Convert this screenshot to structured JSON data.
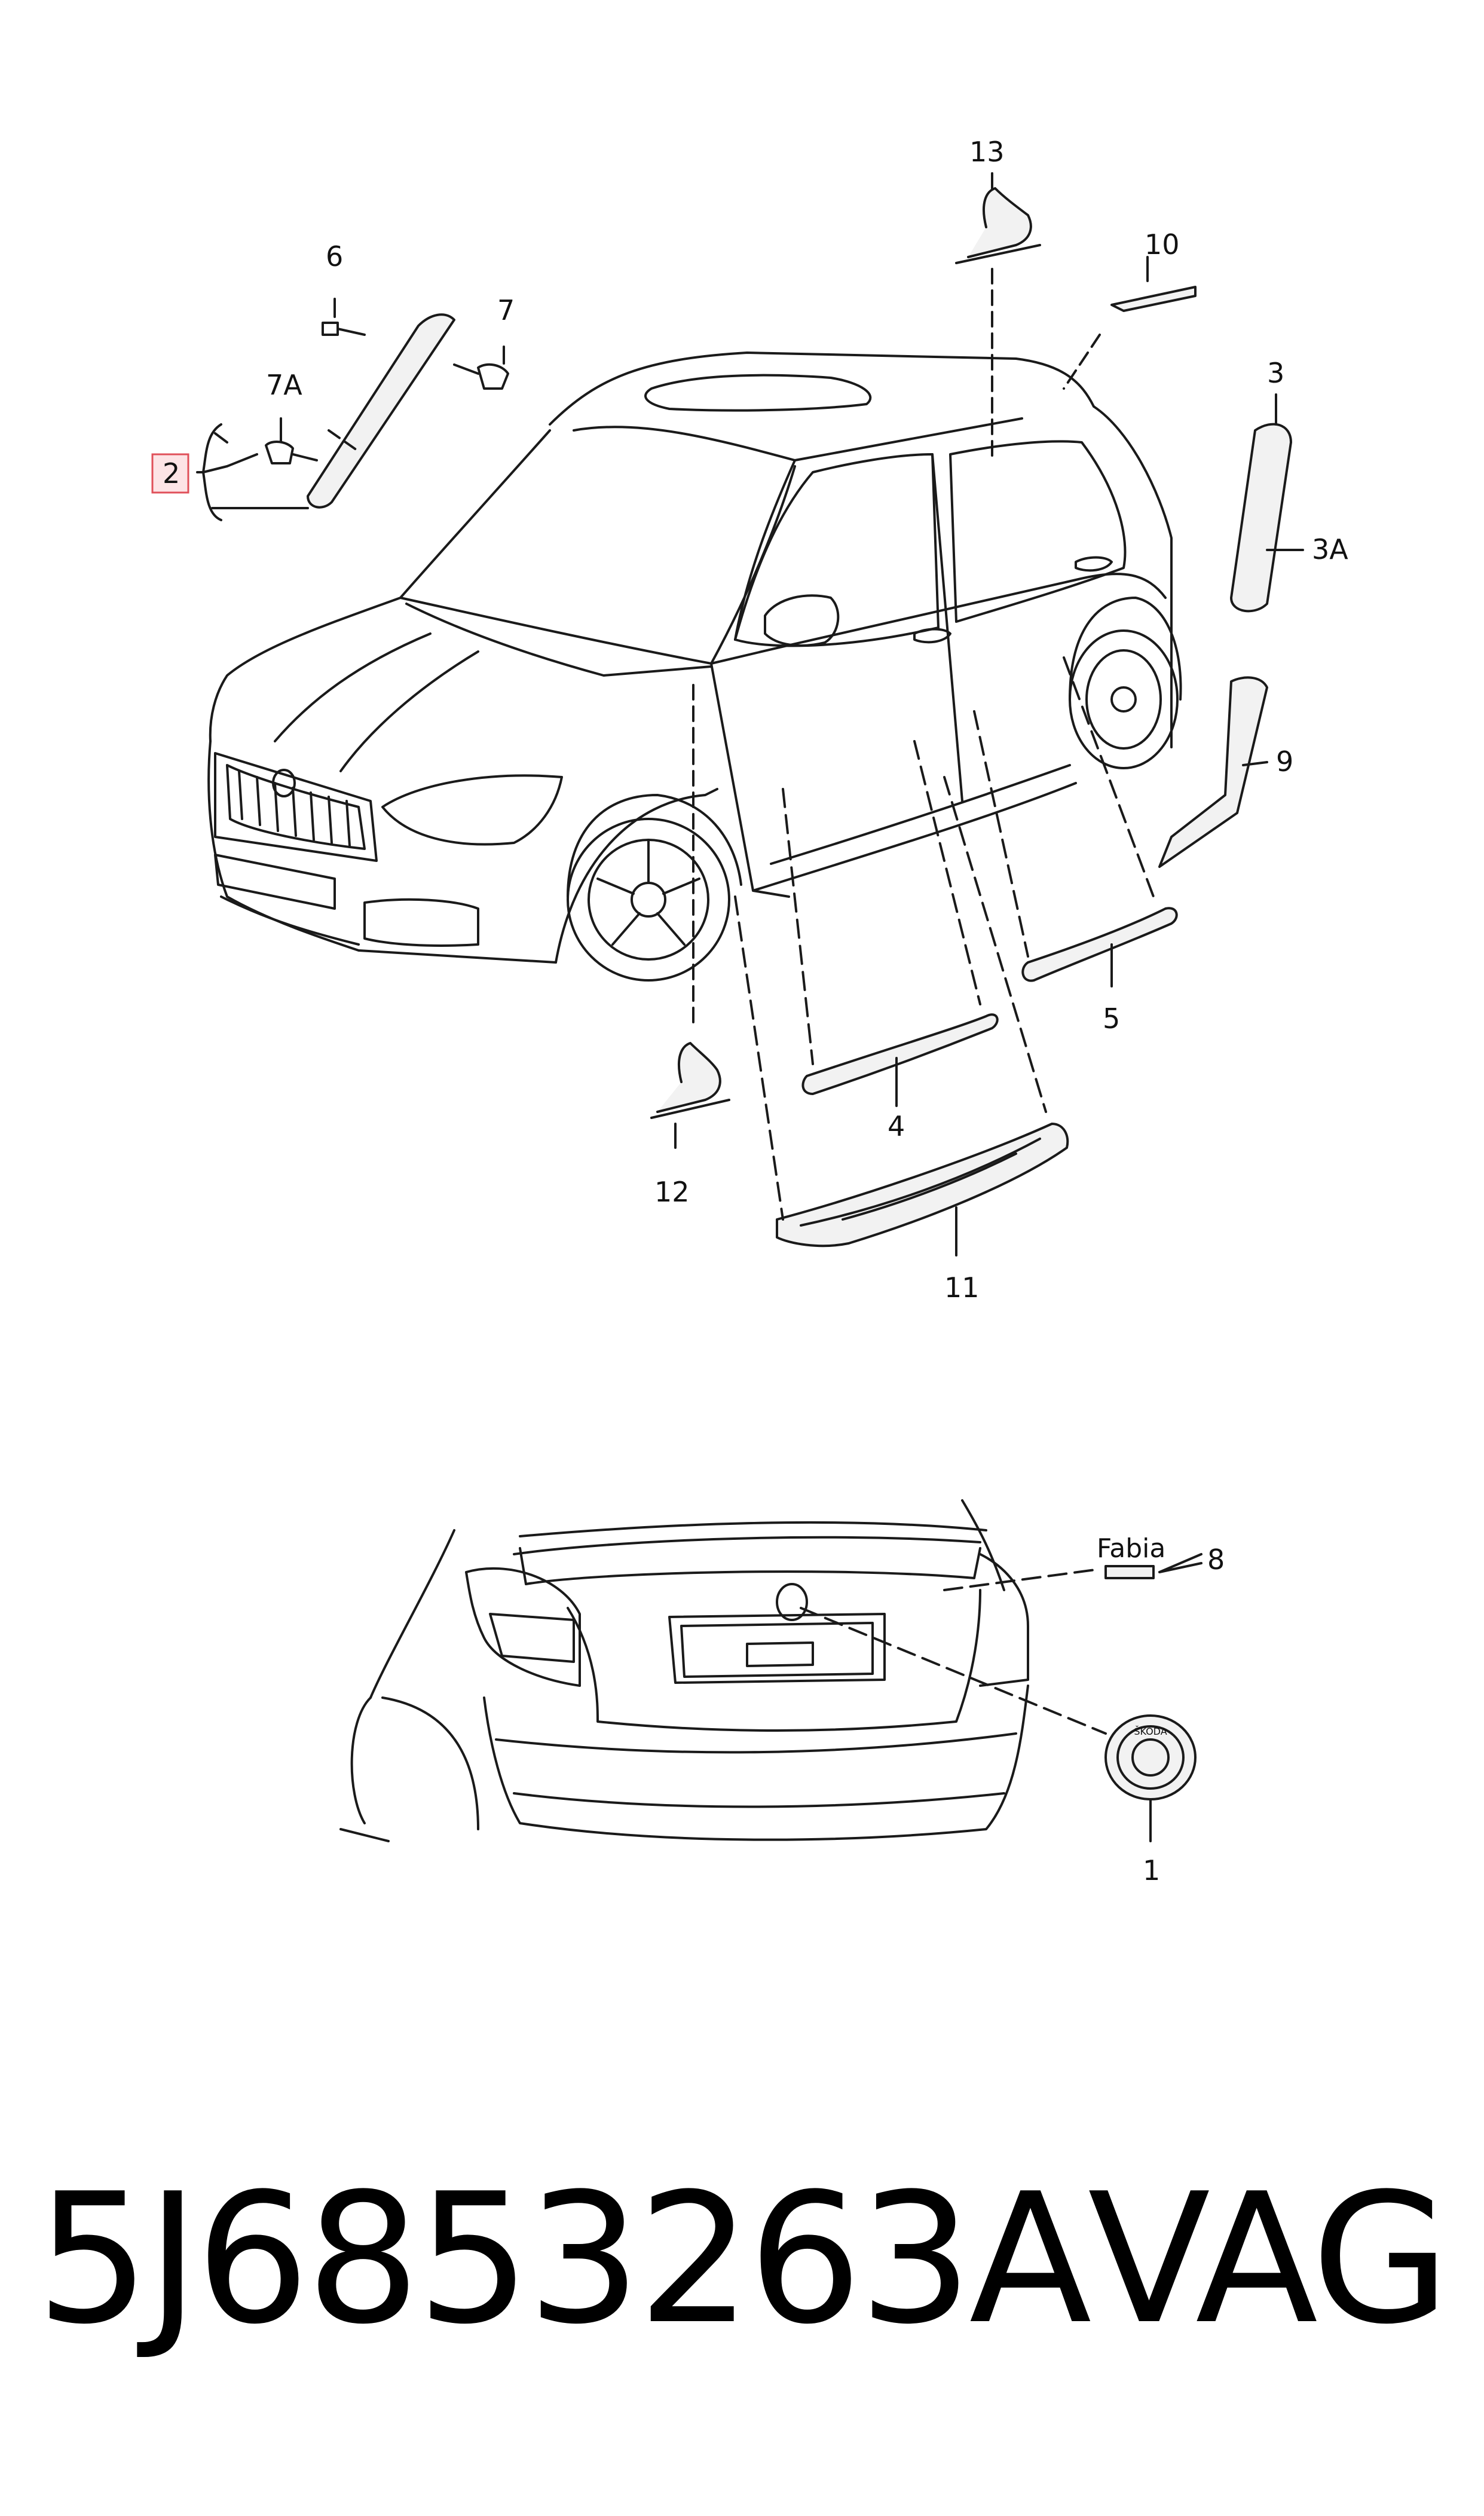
{
  "diagram": {
    "callouts": {
      "c1": "1",
      "c2": "2",
      "c3": "3",
      "c3a": "3A",
      "c4": "4",
      "c5": "5",
      "c6": "6",
      "c7": "7",
      "c7a": "7A",
      "c8": "8",
      "c9": "9",
      "c10": "10",
      "c11": "11",
      "c12": "12",
      "c13": "13"
    },
    "highlighted_callout": "2",
    "badge_text": "Fabia",
    "emblem_text": "ŠKODA"
  },
  "footer": {
    "part_number": "5J6853263A",
    "brand": "VAG"
  },
  "colors": {
    "highlight": "#e0505a",
    "highlight_fill": "#fde4e6",
    "line": "#1a1a1a",
    "part_fill": "#f2f2f2"
  }
}
